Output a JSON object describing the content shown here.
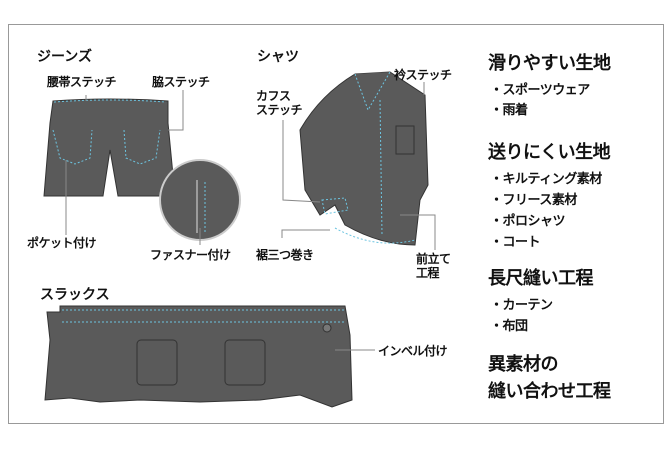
{
  "sections": {
    "jeans": "ジーンズ",
    "shirt": "シャツ",
    "slacks": "スラックス"
  },
  "labels": {
    "waistband_stitch": "腰帯ステッチ",
    "side_stitch": "脇ステッチ",
    "pocket_attach": "ポケット付け",
    "zipper_attach": "ファスナー付け",
    "collar_stitch": "衿ステッチ",
    "cuff_stitch_1": "カフス",
    "cuff_stitch_2": "ステッチ",
    "hem_triple_fold": "裾三つ巻き",
    "placket_1": "前立て",
    "placket_2": "工程",
    "belt_loop_attach": "インベル付け"
  },
  "right_panel": {
    "groups": [
      {
        "heading": "滑りやすい生地",
        "items": [
          "・スポーツウェア",
          "・雨着"
        ]
      },
      {
        "heading": "送りにくい生地",
        "items": [
          "・キルティング素材",
          "・フリース素材",
          "・ポロシャツ",
          "・コート"
        ]
      },
      {
        "heading": "長尺縫い工程",
        "items": [
          "・カーテン",
          "・布団"
        ]
      },
      {
        "heading_lines": [
          "異素材の",
          "縫い合わせ工程"
        ]
      }
    ]
  },
  "colors": {
    "garment": "#5a5a5a",
    "stitch": "#6cc4e0",
    "leader": "#888888"
  }
}
